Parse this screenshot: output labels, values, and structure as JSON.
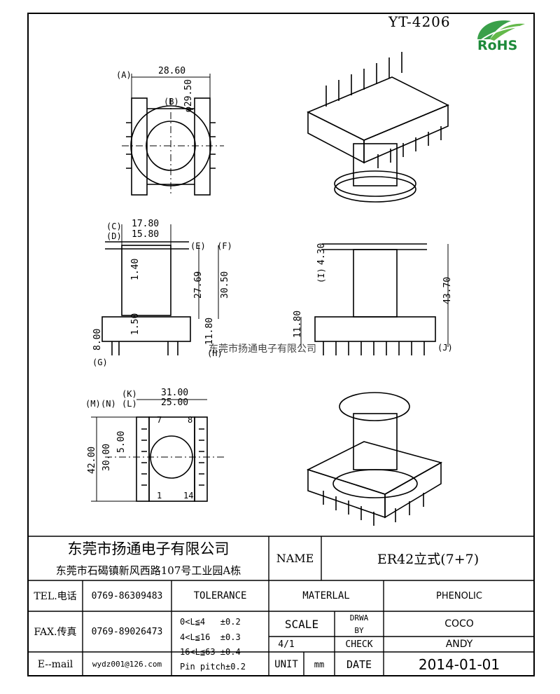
{
  "header": {
    "part_code": "YT-4206",
    "rohs_label": "RoHS"
  },
  "dims": {
    "a": "(A)",
    "a_val": "28.60",
    "b": "(B)",
    "b_val": "φ29.50",
    "c": "(C)",
    "c_val": "17.80",
    "d": "(D)",
    "d_val": "15.80",
    "e": "(E)",
    "f": "(F)",
    "v_1_40": "1.40",
    "v_27_69": "27.69",
    "v_30_50": "30.50",
    "v_1_50": "1.50",
    "v_11_80a": "11.80",
    "v_8_00": "8.00",
    "g": "(G)",
    "h": "(H)",
    "v_4_30": "4.30",
    "i": "(I)",
    "v_43_70": "43.70",
    "v_11_80b": "11.80",
    "j": "(J)",
    "k": "(K)",
    "k_val": "31.00",
    "l": "(L)",
    "l_val": "25.00",
    "m": "(M)",
    "n": "(N)",
    "v_42_00": "42.00",
    "v_30_00": "30.00",
    "v_5_00": "5.00"
  },
  "pins": {
    "p7": "7",
    "p8": "8",
    "p1": "1",
    "p14": "14"
  },
  "watermark": "东莞市扬通电子有限公司",
  "title_block": {
    "company": "东莞市扬通电子有限公司",
    "address": "东莞市石碣镇新风西路107号工业园A栋",
    "name_label": "NAME",
    "name_value": "ER42立式(7+7)",
    "tel_label": "TEL.电话",
    "tel_value": "0769-86309483",
    "fax_label": "FAX.传真",
    "fax_value": "0769-89026473",
    "email_label": "E--mail",
    "email_value": "wydz001@126.com",
    "tolerance_label": "TOLERANCE",
    "tol_1": "0<L≦4   ±0.2",
    "tol_2": "4<L≦16  ±0.3",
    "tol_3": "16<L≦63 ±0.4",
    "tol_4": "Pin pitch±0.2",
    "material_label": "MATERLAL",
    "material_value": "PHENOLIC",
    "scale_label": "SCALE",
    "scale_value": "4/1",
    "drawn_label_1": "DRWA",
    "drawn_label_2": "BY",
    "drawn_value": "COCO",
    "check_label": "CHECK",
    "check_value": "ANDY",
    "unit_label": "UNIT",
    "unit_value": "mm",
    "date_label": "DATE",
    "date_value": "2014-01-01"
  }
}
